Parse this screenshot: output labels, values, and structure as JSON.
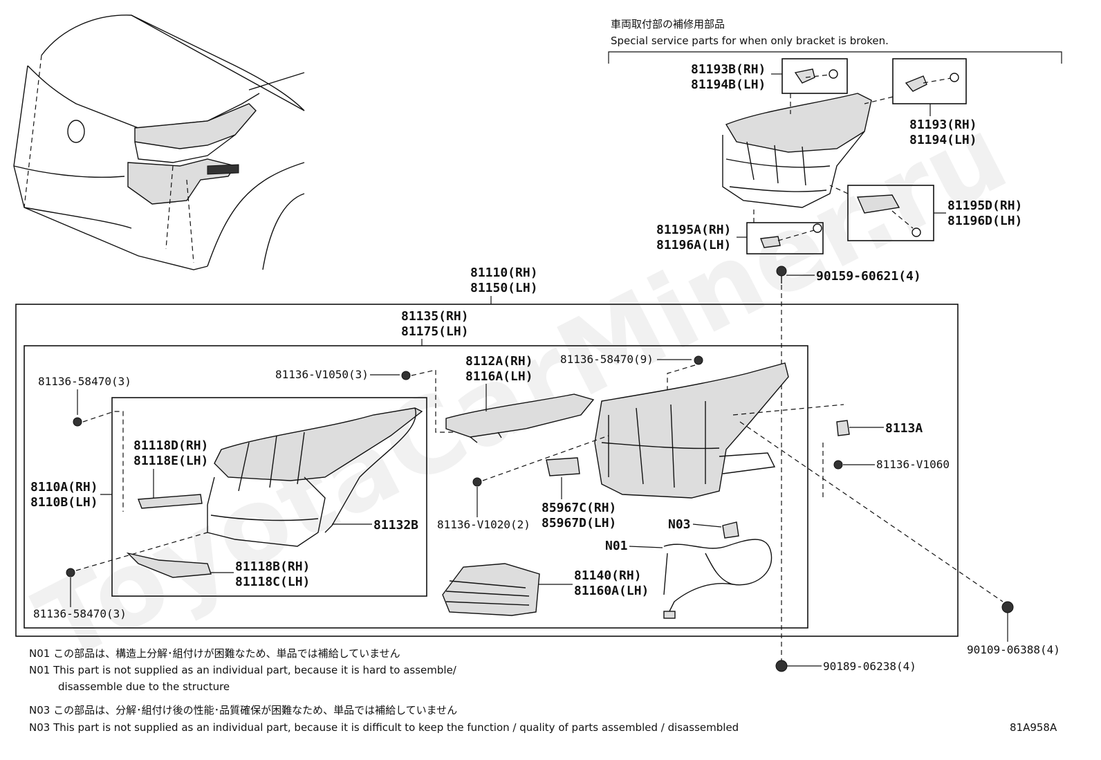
{
  "header": {
    "jp": "車両取付部の補修用部品",
    "en": "Special service parts for when only bracket is broken."
  },
  "labels": {
    "p81193B": "81193B(RH)",
    "p81194B": "81194B(LH)",
    "p81193": "81193(RH)",
    "p81194": "81194(LH)",
    "p81195D": "81195D(RH)",
    "p81196D": "81196D(LH)",
    "p81195A": "81195A(RH)",
    "p81196A": "81196A(LH)",
    "p90159": "90159-60621(4)",
    "p81110": "81110(RH)",
    "p81150": "81150(LH)",
    "p81135": "81135(RH)",
    "p81175": "81175(LH)",
    "p81136_v1050": "81136-V1050(3)",
    "p81112A": "8112A(RH)",
    "p81116A": "8116A(LH)",
    "p81136_58470_9": "81136-58470(9)",
    "p81136_58470_3a": "81136-58470(3)",
    "p81118D": "81118D(RH)",
    "p81118E": "81118E(LH)",
    "p8110A": "8110A(RH)",
    "p8110B": "8110B(LH)",
    "p81132B": "81132B",
    "p81118B": "81118B(RH)",
    "p81118C": "81118C(LH)",
    "p81136_58470_3b": "81136-58470(3)",
    "p81136_v1020": "81136-V1020(2)",
    "p85967C": "85967C(RH)",
    "p85967D": "85967D(LH)",
    "pN03": "N03",
    "pN01": "N01",
    "p81140": "81140(RH)",
    "p81160A": "81160A(LH)",
    "p8113A": "8113A",
    "p81136_v1060": "81136-V1060",
    "p90109": "90109-06388(4)",
    "p90189": "90189-06238(4)"
  },
  "notes": {
    "n01_jp": "N01 この部品は、構造上分解･組付けが困難なため、単品では補給していません",
    "n01_en1": "N01 This part is not supplied as an individual part, because it is hard to assemble/",
    "n01_en2": "disassemble due to the structure",
    "n03_jp": "N03 この部品は、分解･組付け後の性能･品質確保が困難なため、単品では補給していません",
    "n03_en": "N03 This part is not supplied as an individual part, because it is difficult to keep the function / quality of parts assembled / disassembled"
  },
  "figure_code": "81A958A",
  "watermark": "ToyotaCarMiner.ru"
}
